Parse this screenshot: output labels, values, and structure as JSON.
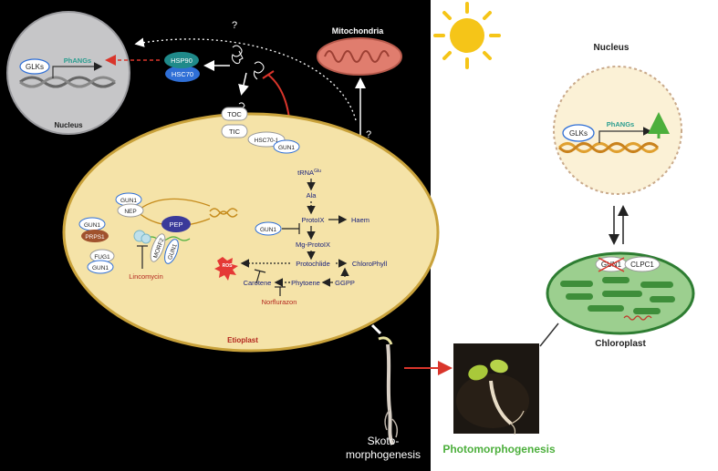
{
  "left": {
    "nucleus_label": "Nucleus",
    "glks": "GLKs",
    "phangs": "PhANGs",
    "hsp90": "HSP90",
    "hsc70": "HSC70",
    "question_top": "?",
    "question_mid": "?",
    "mitochondria_label": "Mitochondria",
    "toc": "TOC",
    "tic": "TIC",
    "hsc70_1": "HSC70-1",
    "gun1": "GUN1",
    "nep": "NEP",
    "pep": "PEP",
    "prps1": "PRPS1",
    "morf2": "MORF2",
    "fug1": "FUG1",
    "lincomycin": "Lincomycin",
    "trna": "tRNA",
    "trna_sup": "Glu",
    "ala": "Ala",
    "protoix": "ProtoIX",
    "haem": "Haem",
    "mg_protoix": "Mg-ProtoIX",
    "protochlide": "Protochlide",
    "chlorophyll": "ChloroPhyll",
    "ros": "ROS",
    "carotene": "Carotene",
    "phytoene": "Phytoene",
    "ggpp": "GGPP",
    "norflurazon": "Norflurazon",
    "etioplast_label": "Etioplast",
    "skoto": "Skoto-",
    "skoto2": "morphogenesis"
  },
  "right": {
    "nucleus_label": "Nucleus",
    "glks": "GLKs",
    "phangs": "PhANGs",
    "gun1": "GUN1",
    "clpc1": "CLPC1",
    "chloroplast_label": "Chloroplast",
    "photomorph": "Photomorphogenesis"
  },
  "colors": {
    "etioplast_fill": "#f5e3a8",
    "etioplast_stroke": "#c9a23b",
    "chloroplast_fill": "#9ccf8f",
    "thylakoid": "#3e8e3a",
    "sun": "#f5c518",
    "inhibit_red": "#d9352b",
    "phangs_text": "#2a9d8f",
    "photomorph_text": "#4caf3c",
    "etioplast_text": "#b3261e",
    "hsp90": "#1f8a8a",
    "hsc70": "#2f6fd6",
    "pep": "#3a3a9a",
    "prps1": "#a0522d"
  }
}
